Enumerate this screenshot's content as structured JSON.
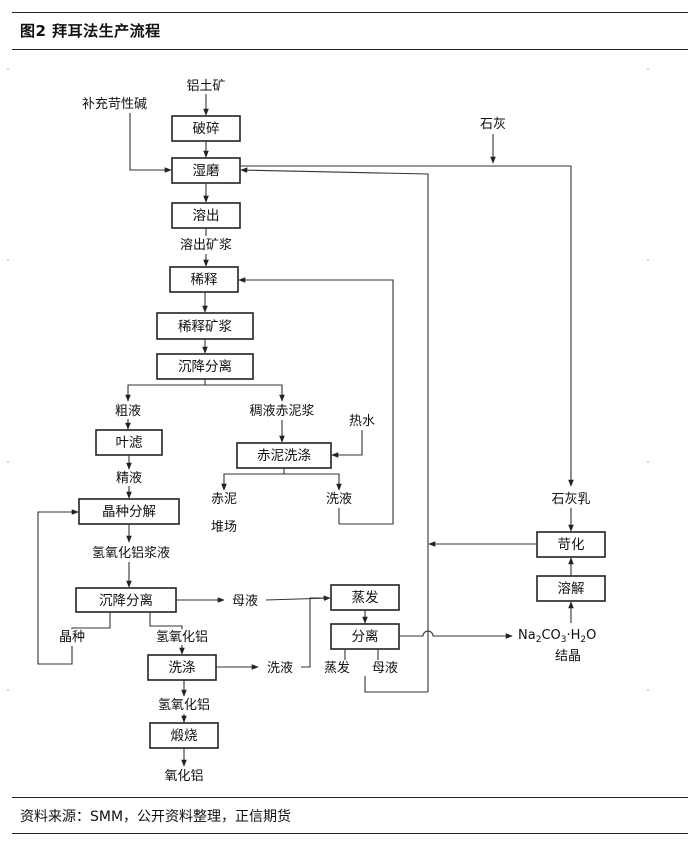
{
  "header": {
    "title": "图2  拜耳法生产流程"
  },
  "footer": {
    "source": "资料来源：SMM，公开资料整理，正信期货"
  },
  "diagram": {
    "boxes": {
      "posui": "破碎",
      "shimo": "湿磨",
      "rongchu": "溶出",
      "xishi": "稀释",
      "xishi_kuangjiang": "稀释矿浆",
      "chenjiang_1": "沉降分离",
      "yelv": "叶滤",
      "chini_xidi": "赤泥洗涤",
      "jingzhong_fenjie": "晶种分解",
      "chenjiang_2": "沉降分离",
      "xidi": "洗涤",
      "duanshao": "煅烧",
      "zhengfa": "蒸发",
      "fenli": "分离",
      "kehua": "苛化",
      "rongjie": "溶解"
    },
    "labels": {
      "lvtukuang": "铝土矿",
      "buchong": "补充苛性碱",
      "shihui": "石灰",
      "rongchu_kuangjiang": "溶出矿浆",
      "cuye": "粗液",
      "chouye_chini": "稠液赤泥浆",
      "reshui": "热水",
      "jingye": "精液",
      "chini": "赤泥",
      "duichang": "堆场",
      "xiye_1": "洗液",
      "shihuiru": "石灰乳",
      "qinghua_lvjiangye": "氢氧化铝浆液",
      "muye_1": "母液",
      "jingzhong": "晶种",
      "qinghualv_1": "氢氧化铝",
      "xiye_2": "洗液",
      "zhengfa_side": "蒸发",
      "muye_2": "母液",
      "qinghualv_2": "氢氧化铝",
      "yanghualv": "氧化铝",
      "jiejing": "结晶"
    },
    "na2co3": {
      "p1": "Na",
      "s1": "2",
      "p2": "CO",
      "s2": "3",
      "p3": "·H",
      "s3": "2",
      "p4": "O"
    }
  }
}
